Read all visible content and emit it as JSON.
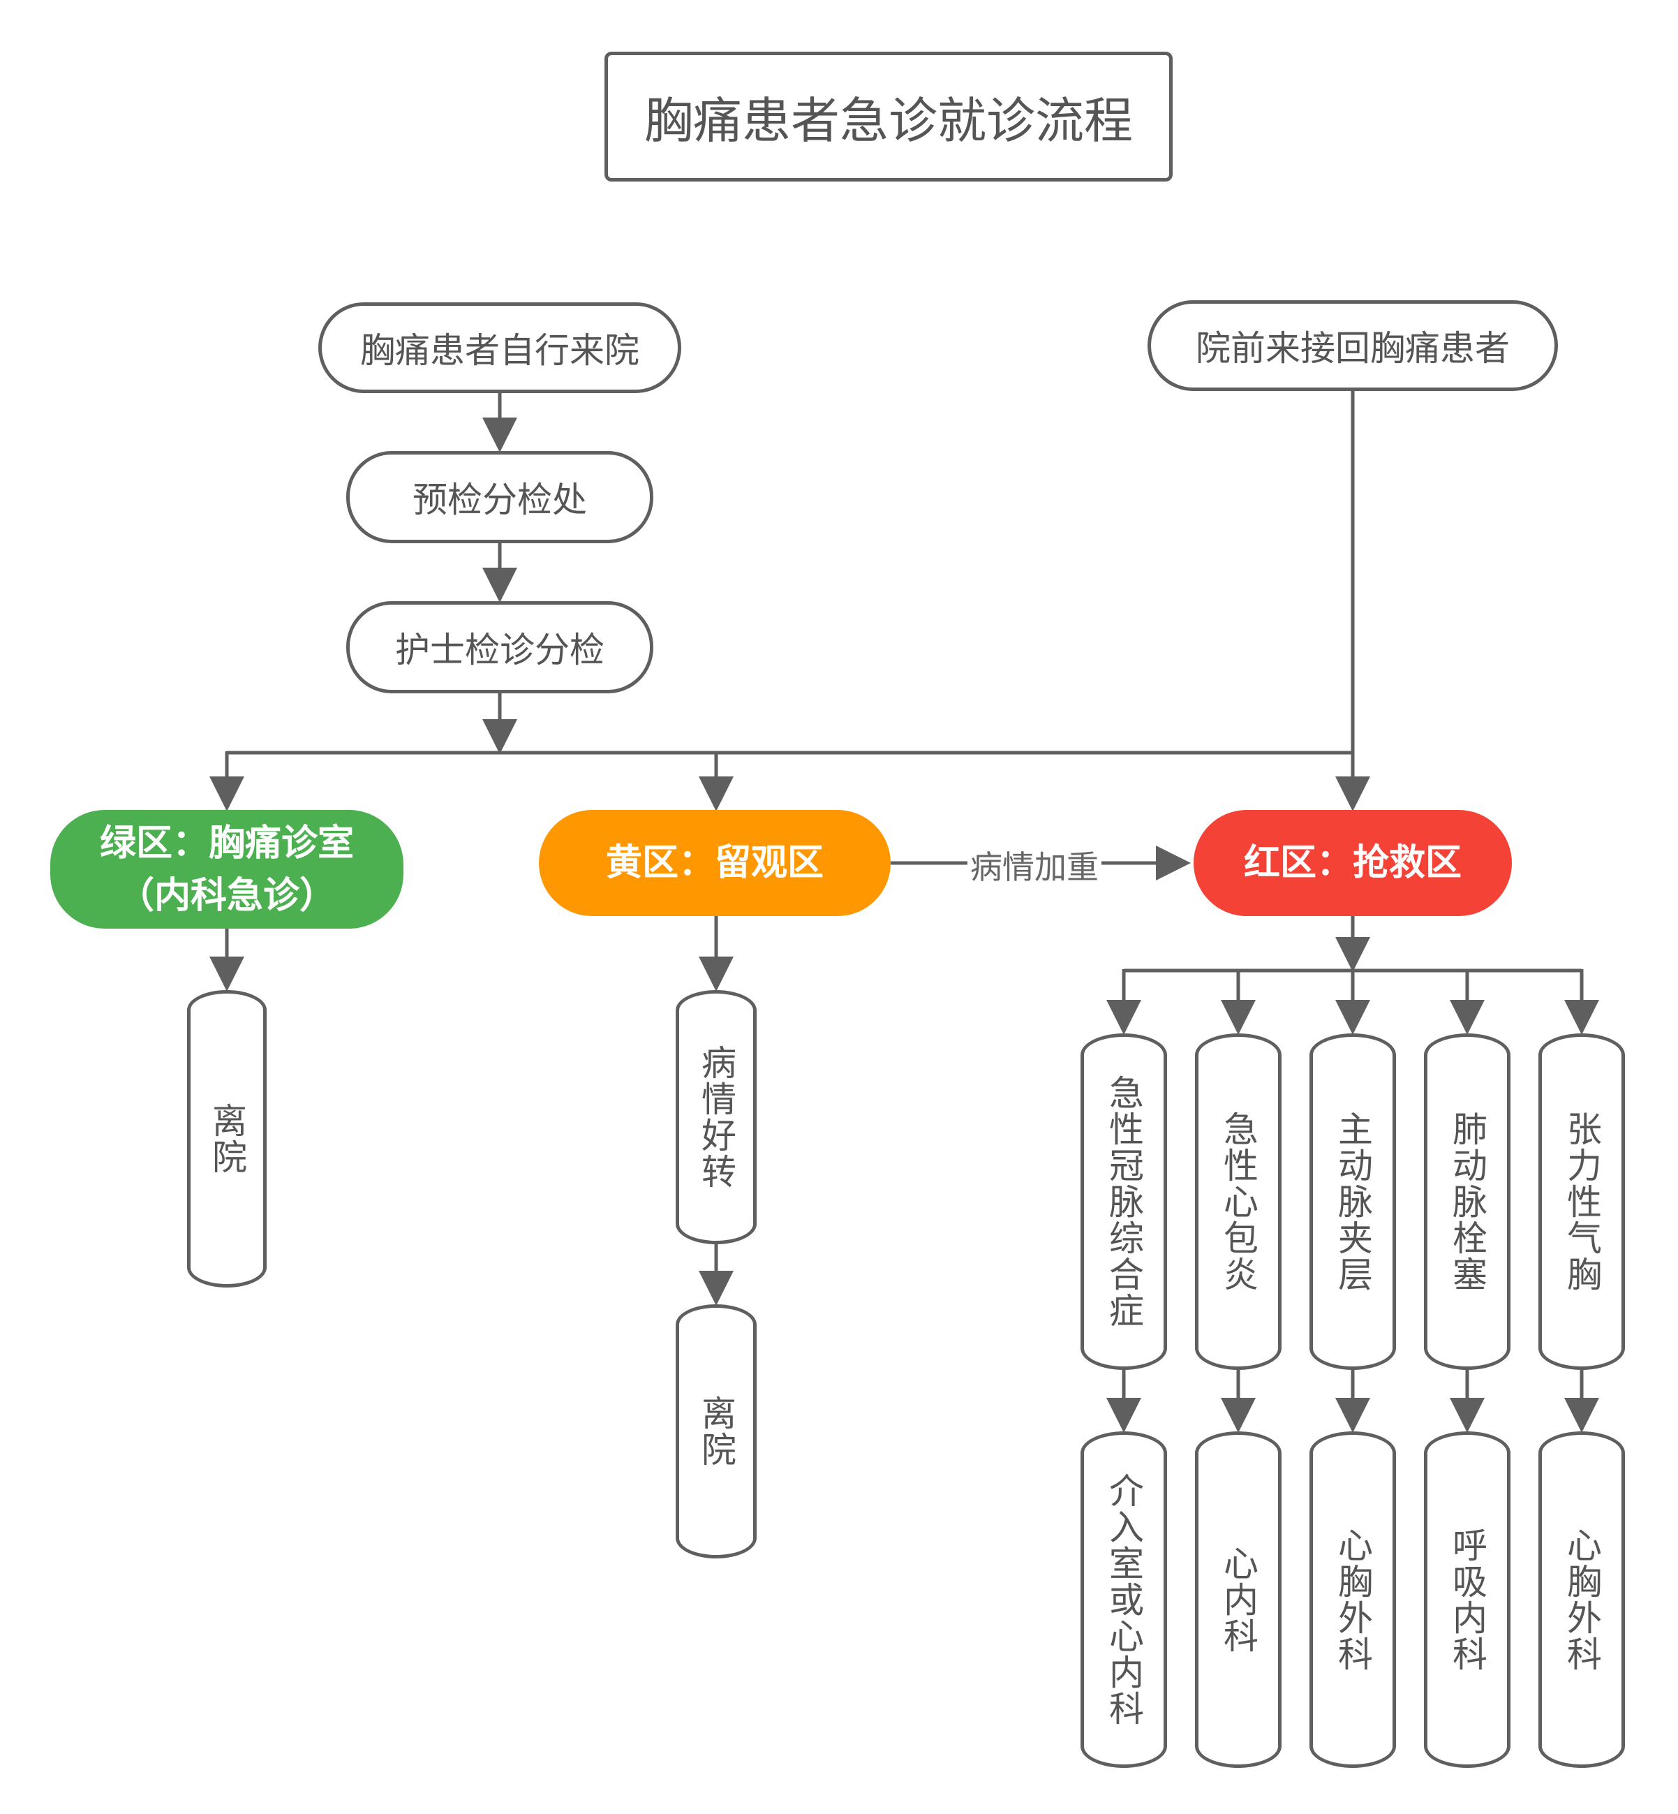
{
  "title": "胸痛患者急诊就诊流程",
  "nodes": {
    "self_arrival": "胸痛患者自行来院",
    "prehospital": "院前来接回胸痛患者",
    "pre_triage": "预检分检处",
    "nurse_triage": "护士检诊分检",
    "green_zone": {
      "line1": "绿区：胸痛诊室",
      "line2": "（内科急诊）",
      "color": "#4caf50"
    },
    "yellow_zone": {
      "label": "黄区：留观区",
      "color": "#ff9800"
    },
    "red_zone": {
      "label": "红区：抢救区",
      "color": "#f44336"
    },
    "green_leave": "离院",
    "yellow_improve": "病情好转",
    "yellow_leave": "离院",
    "red_conditions": [
      "急性冠脉综合症",
      "急性心包炎",
      "主动脉夹层",
      "肺动脉栓塞",
      "张力性气胸"
    ],
    "red_departments": [
      "介入室或心内科",
      "心内科",
      "心胸外科",
      "呼吸内科",
      "心胸外科"
    ]
  },
  "edge_label": "病情加重",
  "colors": {
    "line": "#5f5f5f",
    "text": "#555555"
  }
}
